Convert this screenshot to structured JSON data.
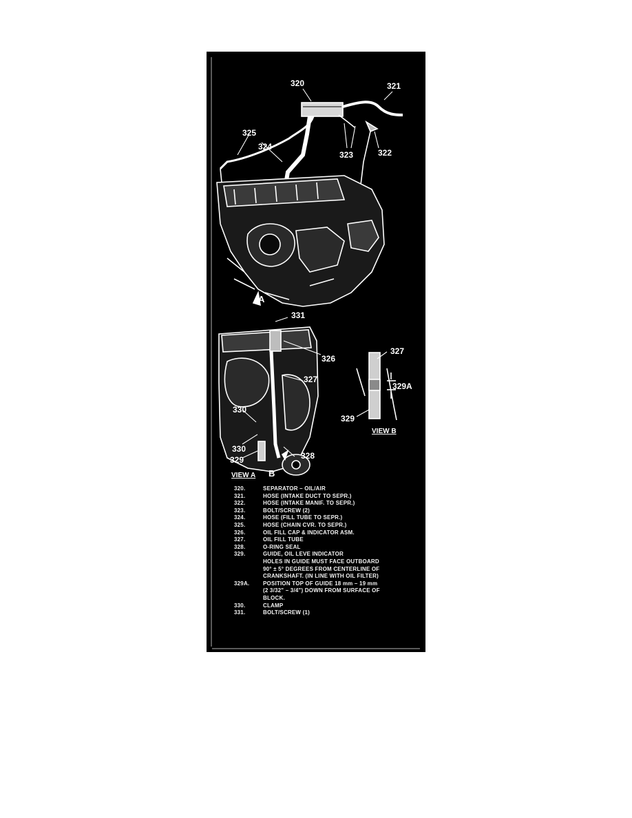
{
  "diagram": {
    "callouts": {
      "c320": "320",
      "c321": "321",
      "c322": "322",
      "c323": "323",
      "c324": "324",
      "c325": "325",
      "c326": "326",
      "c327a": "327",
      "c327b": "327",
      "c328": "328",
      "c329a": "329",
      "c329b": "329",
      "c329A": "329A",
      "c330a": "330",
      "c330b": "330",
      "c331": "331"
    },
    "letters": {
      "a": "A",
      "b": "B"
    },
    "views": {
      "a": "VIEW A",
      "b": "VIEW B"
    }
  },
  "legend": [
    {
      "num": "320.",
      "lines": [
        "SEPARATOR – OIL/AIR"
      ]
    },
    {
      "num": "321.",
      "lines": [
        "HOSE (INTAKE DUCT TO SEPR.)"
      ]
    },
    {
      "num": "322.",
      "lines": [
        "HOSE (INTAKE MANIF. TO SEPR.)"
      ]
    },
    {
      "num": "323.",
      "lines": [
        "BOLT/SCREW (2)"
      ]
    },
    {
      "num": "324.",
      "lines": [
        "HOSE (FILL TUBE TO SEPR.)"
      ]
    },
    {
      "num": "325.",
      "lines": [
        "HOSE (CHAIN CVR. TO SEPR.)"
      ]
    },
    {
      "num": "326.",
      "lines": [
        "OIL FILL CAP & INDICATOR ASM."
      ]
    },
    {
      "num": "327.",
      "lines": [
        "OIL FILL TUBE"
      ]
    },
    {
      "num": "328.",
      "lines": [
        "O-RING SEAL"
      ]
    },
    {
      "num": "329.",
      "lines": [
        "GUIDE, OIL LEVE INDICATOR",
        "HOLES IN GUIDE MUST FACE OUTBOARD",
        "90° ± 5° DEGREES FROM CENTERLINE OF",
        "CRANKSHAFT. (IN LINE WITH OIL FILTER)"
      ]
    },
    {
      "num": "329A.",
      "lines": [
        "POSITION TOP OF GUIDE 18 mm – 19 mm",
        "(2 3/32\" – 3/4\") DOWN FROM SURFACE OF",
        "BLOCK."
      ]
    },
    {
      "num": "330.",
      "lines": [
        "CLAMP"
      ]
    },
    {
      "num": "331.",
      "lines": [
        "BOLT/SCREW (1)"
      ]
    }
  ]
}
